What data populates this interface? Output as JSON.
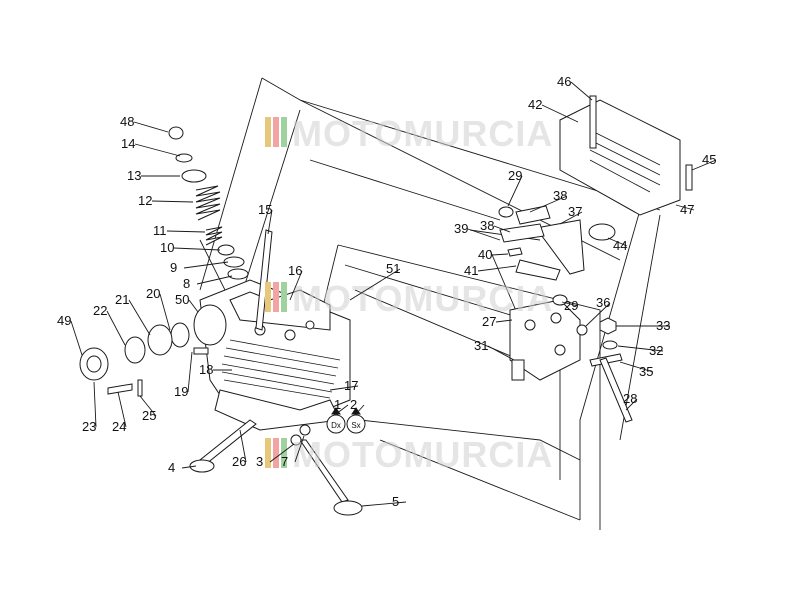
{
  "watermark": {
    "text": "MOTOMURCIA",
    "flag_colors": [
      "#e7c77a",
      "#f2a3a3",
      "#9fd29f"
    ]
  },
  "side_markers": {
    "right": "Dx",
    "left": "Sx"
  },
  "labels": [
    "48",
    "14",
    "13",
    "12",
    "11",
    "10",
    "9",
    "8",
    "50",
    "20",
    "21",
    "22",
    "49",
    "19",
    "18",
    "23",
    "24",
    "25",
    "4",
    "26",
    "3",
    "7",
    "15",
    "16",
    "51",
    "17",
    "1",
    "2",
    "5",
    "46",
    "42",
    "45",
    "47",
    "29",
    "38",
    "37",
    "39",
    "38",
    "40",
    "41",
    "44",
    "29",
    "27",
    "36",
    "33",
    "31",
    "32",
    "35",
    "28"
  ]
}
